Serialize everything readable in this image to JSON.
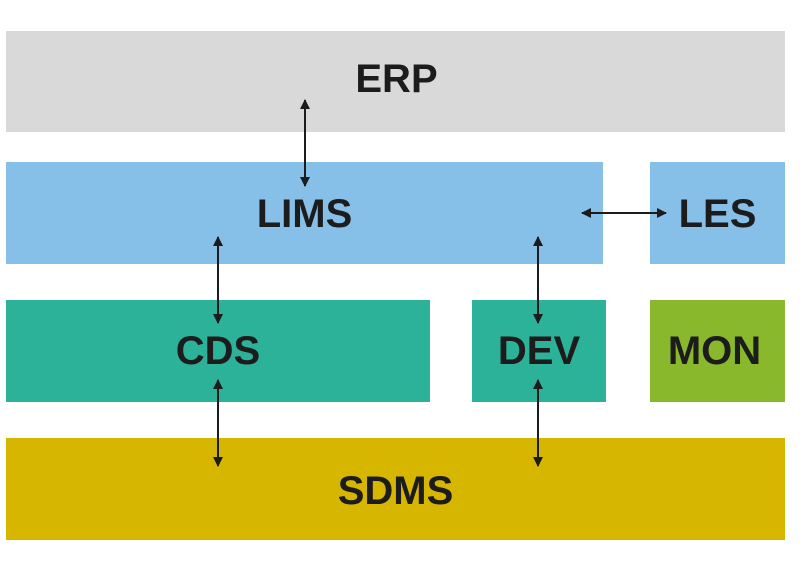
{
  "diagram": {
    "title": "",
    "blocks": [
      {
        "id": "erp",
        "label": "ERP",
        "color": "#d9d9d9"
      },
      {
        "id": "lims",
        "label": "LIMS",
        "color": "#86bfe7"
      },
      {
        "id": "les",
        "label": "LES",
        "color": "#86bfe7"
      },
      {
        "id": "cds",
        "label": "CDS",
        "color": "#2bb298"
      },
      {
        "id": "dev",
        "label": "DEV",
        "color": "#2bb298"
      },
      {
        "id": "mon",
        "label": "MON",
        "color": "#89b82c"
      },
      {
        "id": "sdms",
        "label": "SDMS",
        "color": "#d7b600"
      }
    ],
    "connections": [
      {
        "from": "erp",
        "to": "lims",
        "direction": "bidirectional"
      },
      {
        "from": "lims",
        "to": "les",
        "direction": "bidirectional"
      },
      {
        "from": "lims",
        "to": "cds",
        "direction": "bidirectional"
      },
      {
        "from": "lims",
        "to": "dev",
        "direction": "bidirectional"
      },
      {
        "from": "cds",
        "to": "sdms",
        "direction": "bidirectional"
      },
      {
        "from": "dev",
        "to": "sdms",
        "direction": "bidirectional"
      }
    ],
    "arrow_color": "#1c1c1c",
    "text_color": "#1c1c1c"
  }
}
